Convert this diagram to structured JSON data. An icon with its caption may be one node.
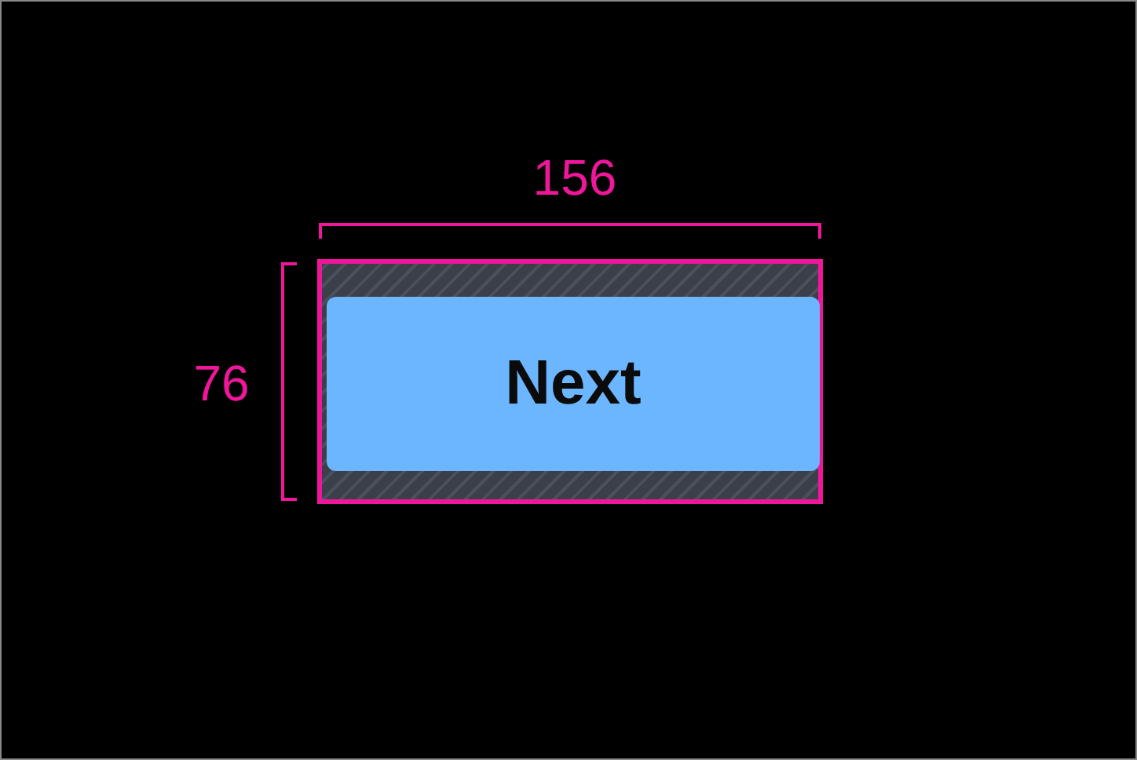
{
  "diagram": {
    "nodes": [
      {
        "text": [],
        "shape": "box"
      },
      {
        "text": [
          "Next"
        ],
        "in": 0
      }
    ],
    "labels": [
      "156",
      "76"
    ]
  }
}
